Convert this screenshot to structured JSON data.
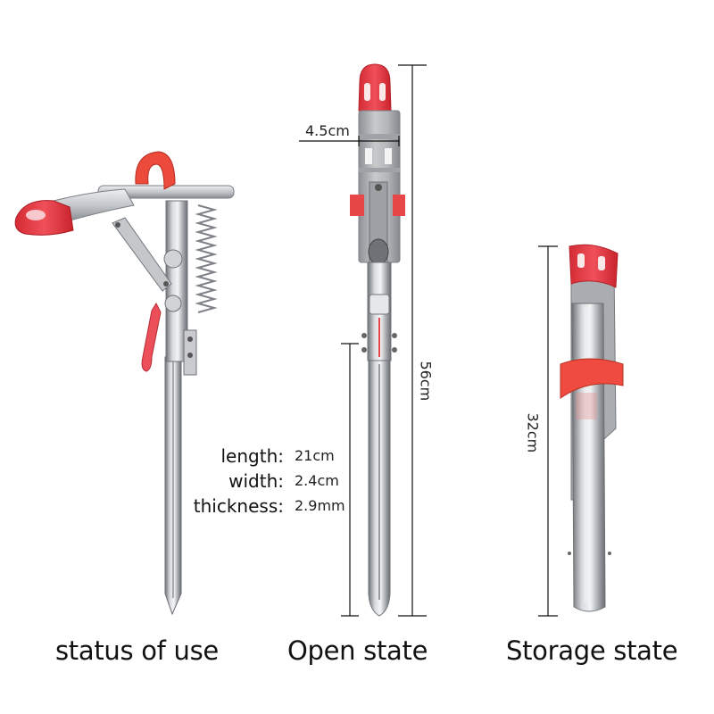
{
  "product": {
    "colors": {
      "accent_red": "#e8383a",
      "steel": "#b9bcc0",
      "steel_dark": "#7d8186",
      "dimension_line": "#111111"
    }
  },
  "panels": [
    {
      "caption": "status of use",
      "icon": "fishing-rod-holder-in-use-icon"
    },
    {
      "caption": "Open state",
      "icon": "fishing-rod-holder-open-icon",
      "dimensions": {
        "width": "4.5cm",
        "height": "56cm"
      }
    },
    {
      "caption": "Storage state",
      "icon": "fishing-rod-holder-folded-icon",
      "dimensions": {
        "height": "32cm"
      }
    }
  ],
  "stake_specs": [
    {
      "label": "length:",
      "value": "21cm"
    },
    {
      "label": "width:",
      "value": "2.4cm"
    },
    {
      "label": "thickness:",
      "value": "2.9mm"
    }
  ]
}
